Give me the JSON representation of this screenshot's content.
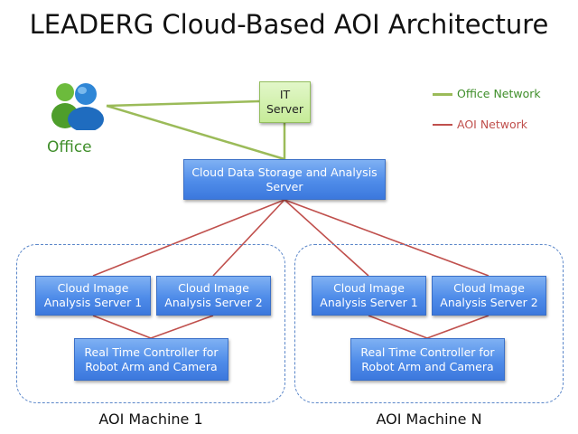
{
  "title": "LEADERG Cloud-Based AOI Architecture",
  "office": {
    "label": "Office",
    "icon": "users-icon"
  },
  "it_server": {
    "label": "IT\nServer"
  },
  "cloud_server": {
    "label": "Cloud Data Storage and Analysis\nServer"
  },
  "legend": {
    "office_network": {
      "label": "Office Network",
      "color": "#9bbb59"
    },
    "aoi_network": {
      "label": "AOI Network",
      "color": "#c0504d"
    }
  },
  "machines": [
    {
      "caption": "AOI Machine 1",
      "server1": "Cloud Image\nAnalysis Server 1",
      "server2": "Cloud Image\nAnalysis Server 2",
      "controller": "Real Time Controller for\nRobot Arm and Camera"
    },
    {
      "caption": "AOI Machine N",
      "server1": "Cloud Image\nAnalysis Server 1",
      "server2": "Cloud Image\nAnalysis Server 2",
      "controller": "Real Time Controller for\nRobot Arm and Camera"
    }
  ]
}
